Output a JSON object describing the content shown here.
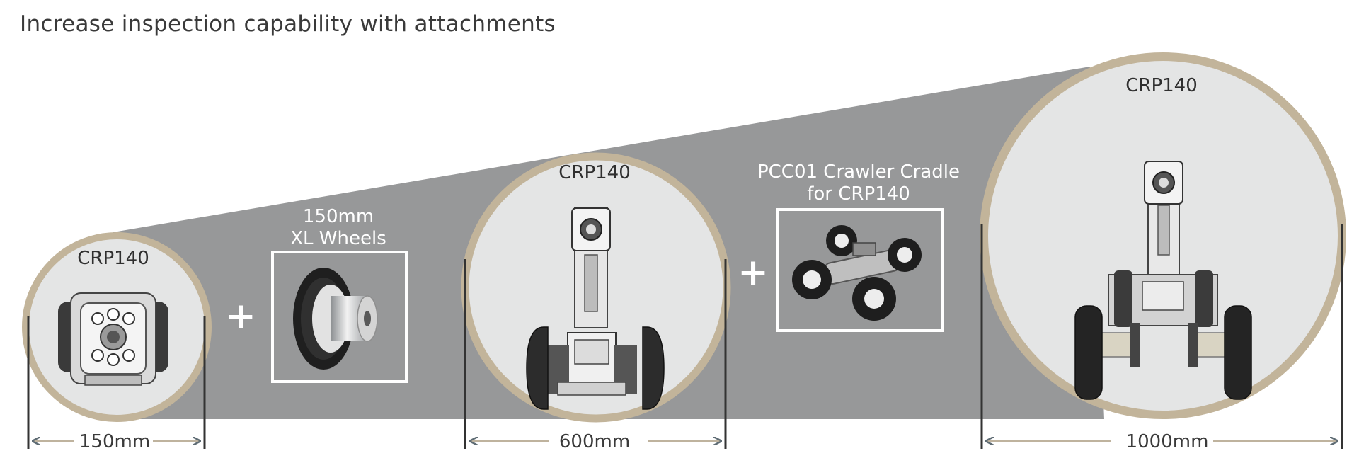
{
  "title": "Increase inspection capability with attachments",
  "stage1": {
    "label": "CRP140",
    "dimension": "150mm"
  },
  "attachment1": {
    "label_line1": "150mm",
    "label_line2": "XL Wheels"
  },
  "stage2": {
    "label": "CRP140",
    "dimension": "600mm"
  },
  "attachment2": {
    "label_line1": "PCC01 Crawler Cradle",
    "label_line2": "for CRP140"
  },
  "stage3": {
    "label": "CRP140",
    "dimension": "1000mm"
  },
  "plus_sign": "+",
  "colors": {
    "band": "#979899",
    "ring": "#c2b49a",
    "circle_fill": "#e4e5e5",
    "arrow": "#5f6c74",
    "arrow_line": "#bfb39e"
  }
}
